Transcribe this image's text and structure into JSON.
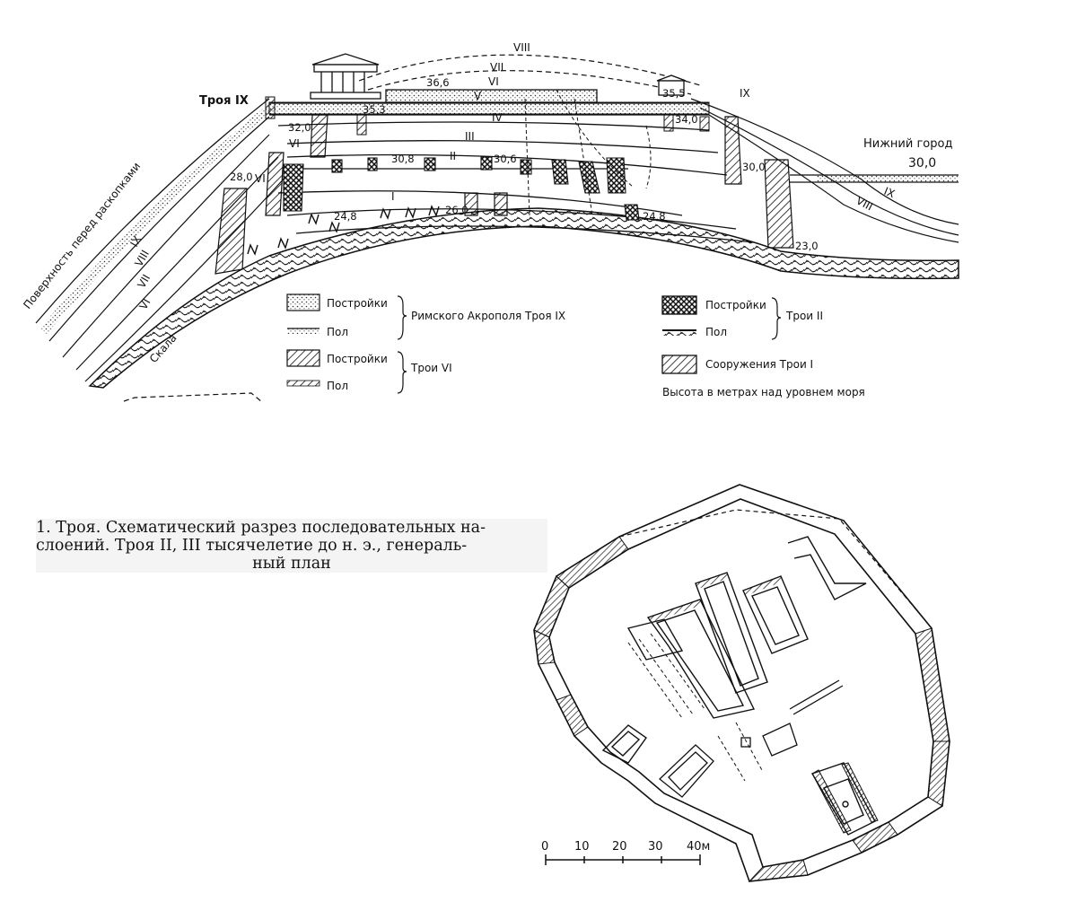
{
  "section": {
    "period_labels": {
      "viii_top": "VIII",
      "vii_top": "VII",
      "vi_top": "VI",
      "v": "V",
      "iv": "IV",
      "iii": "III",
      "ii": "II",
      "i": "I",
      "vi_left_a": "VI",
      "vi_left_b": "VI",
      "ix_right": "IX",
      "viii_right": "VIII",
      "ix_right2": "IX",
      "ix_slope": "IX",
      "viii_slope": "VIII",
      "vii_slope": "VII",
      "vi_slope": "VI"
    },
    "elevations": {
      "e366": "36,6",
      "e355": "35,5",
      "e353": "35,3",
      "e340": "34,0",
      "e320": "32,0",
      "e308": "30,8",
      "e306": "30,6",
      "e300a": "30,0",
      "e300b": "30,0",
      "e280": "28,0",
      "e260": "26,0",
      "e248a": "24,8",
      "e248b": "24,8",
      "e230": "23,0"
    },
    "place_labels": {
      "troy9": "Троя IX",
      "lower_town": "Нижний город",
      "surface": "Поверхность перед раскопками",
      "rock": "Скала"
    }
  },
  "legend": {
    "roman_buildings": "Постройки",
    "roman_floor": "Пол",
    "roman_group": "Римского Акрополя Троя IX",
    "troy6_buildings": "Постройки",
    "troy6_floor": "Пол",
    "troy6_group": "Трои VI",
    "troy2_buildings": "Постройки",
    "troy2_floor": "Пол",
    "troy2_group": "Трои II",
    "troy1_structures": "Сооружения Трои I",
    "height_note": "Высота в метрах над уровнем моря"
  },
  "caption": {
    "line1": "1. Троя. Схематический разрез последовательных на-",
    "line2": "слоений. Троя II, III тысячелетие до н. э., генераль-",
    "line3": "ный план"
  },
  "scale": {
    "t0": "0",
    "t10": "10",
    "t20": "20",
    "t30": "30",
    "t40": "40м"
  }
}
